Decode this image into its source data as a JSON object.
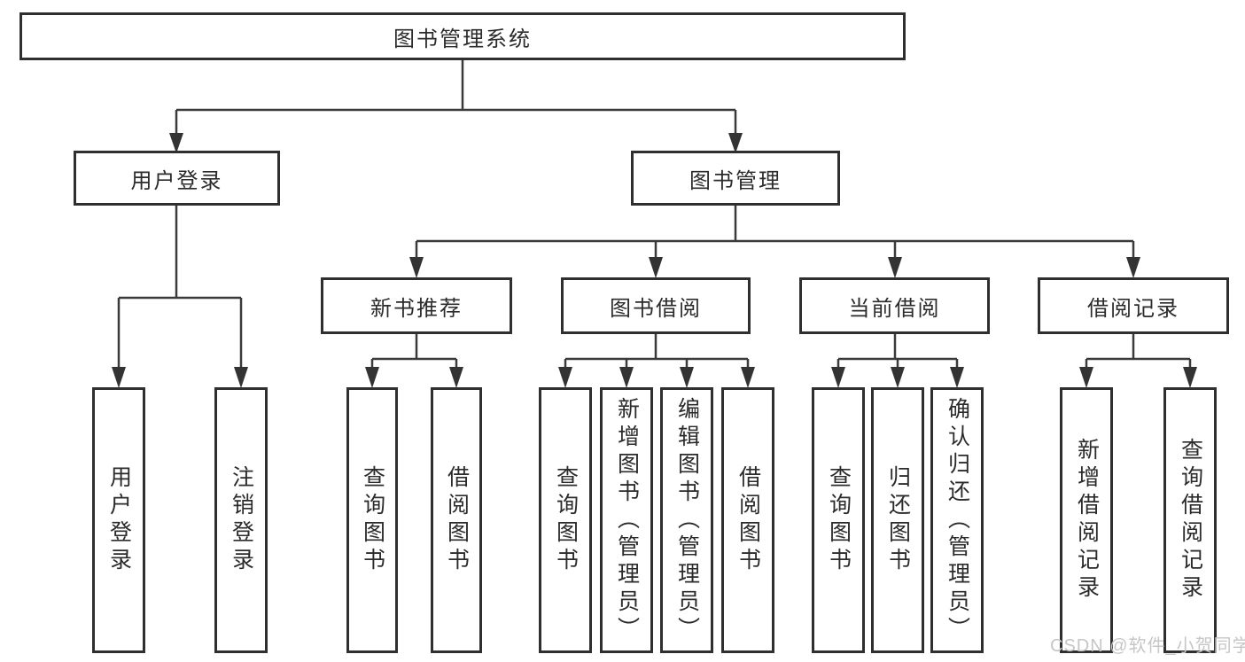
{
  "diagram_type": "hierarchy-tree",
  "tree": {
    "root": {
      "label": "图书管理系统"
    },
    "children": [
      {
        "label": "用户登录",
        "children": [
          {
            "label": "用户登录"
          },
          {
            "label": "注销登录"
          }
        ]
      },
      {
        "label": "图书管理",
        "children": [
          {
            "label": "新书推荐",
            "children": [
              {
                "label": "查询图书"
              },
              {
                "label": "借阅图书"
              }
            ]
          },
          {
            "label": "图书借阅",
            "children": [
              {
                "label": "查询图书"
              },
              {
                "label": "新增图书（管理员）"
              },
              {
                "label": "编辑图书（管理员）"
              },
              {
                "label": "借阅图书"
              }
            ]
          },
          {
            "label": "当前借阅",
            "children": [
              {
                "label": "查询图书"
              },
              {
                "label": "归还图书"
              },
              {
                "label": "确认归还（管理员）"
              }
            ]
          },
          {
            "label": "借阅记录",
            "children": [
              {
                "label": "新增借阅记录"
              },
              {
                "label": "查询借阅记录"
              }
            ]
          }
        ]
      }
    ]
  },
  "watermark": {
    "text": "CSDN @软件_小贺同学",
    "color": "#c6c6c6"
  },
  "colors": {
    "background": "#ffffff",
    "box_border": "#2f2f2f",
    "connector_line": "#3a3a3a",
    "arrowhead": "#333333",
    "text": "#2b2b2b"
  }
}
